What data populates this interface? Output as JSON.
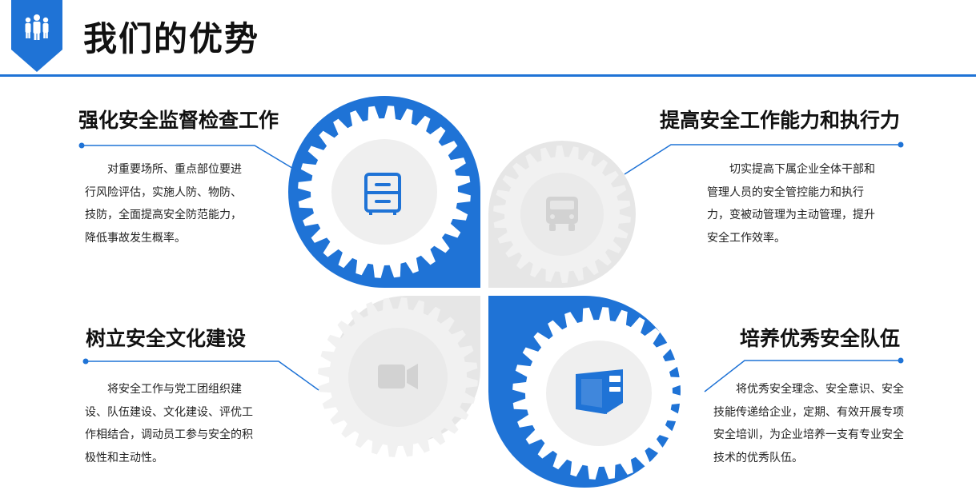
{
  "header": {
    "title": "我们的优势",
    "badge_icon": "team-people-icon"
  },
  "colors": {
    "accent": "#1f73d6",
    "gear_gray": "#e6e6e6",
    "gear_inner": "#f2f2f2"
  },
  "advantages": [
    {
      "title": "强化安全监督检查工作",
      "text": "对重要场所、重点部位要进行风险评估，实施人防、物防、技防，全面提高安全防范能力，降低事故发生概率。",
      "icon": "file-cabinet-icon",
      "highlighted": true
    },
    {
      "title": "提高安全工作能力和执行力",
      "text": "切实提高下属企业全体干部和管理人员的安全管控能力和执行力，变被动管理为主动管理，提升安全工作效率。",
      "icon": "truck-icon",
      "highlighted": false
    },
    {
      "title": "树立安全文化建设",
      "text": "将安全工作与党工团组织建设、队伍建设、文化建设、评优工作相结合，调动员工参与安全的积极性和主动性。",
      "icon": "video-camera-icon",
      "highlighted": false
    },
    {
      "title": "培养优秀安全队伍",
      "text": "将优秀安全理念、安全意识、安全技能传递给企业，定期、有效开展专项安全培训，为企业培养一支有专业安全技术的优秀队伍。",
      "icon": "wallet-icon",
      "highlighted": true
    }
  ]
}
